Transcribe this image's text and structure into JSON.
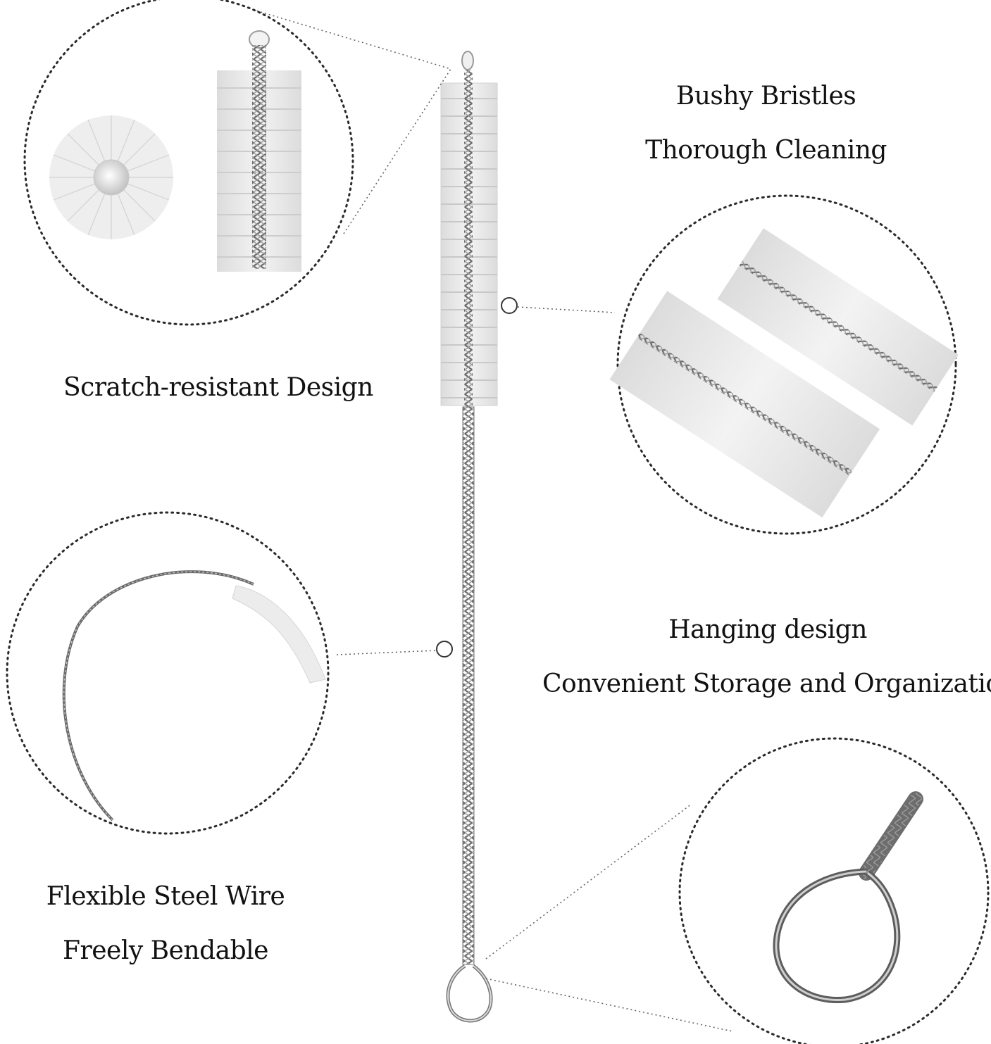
{
  "captions": {
    "bristles_line1": "Bushy Bristles",
    "bristles_line2": "Thorough Cleaning",
    "scratch": "Scratch-resistant Design",
    "hanging_line1": "Hanging design",
    "hanging_line2": "Convenient Storage and Organization",
    "wire_line1": "Flexible Steel Wire",
    "wire_line2": "Freely Bendable"
  },
  "colors": {
    "background": "#ffffff",
    "text": "#111111",
    "dotted_outline": "#2a2a2a",
    "bristle": "#e6e6e6",
    "wire": "#555555"
  }
}
